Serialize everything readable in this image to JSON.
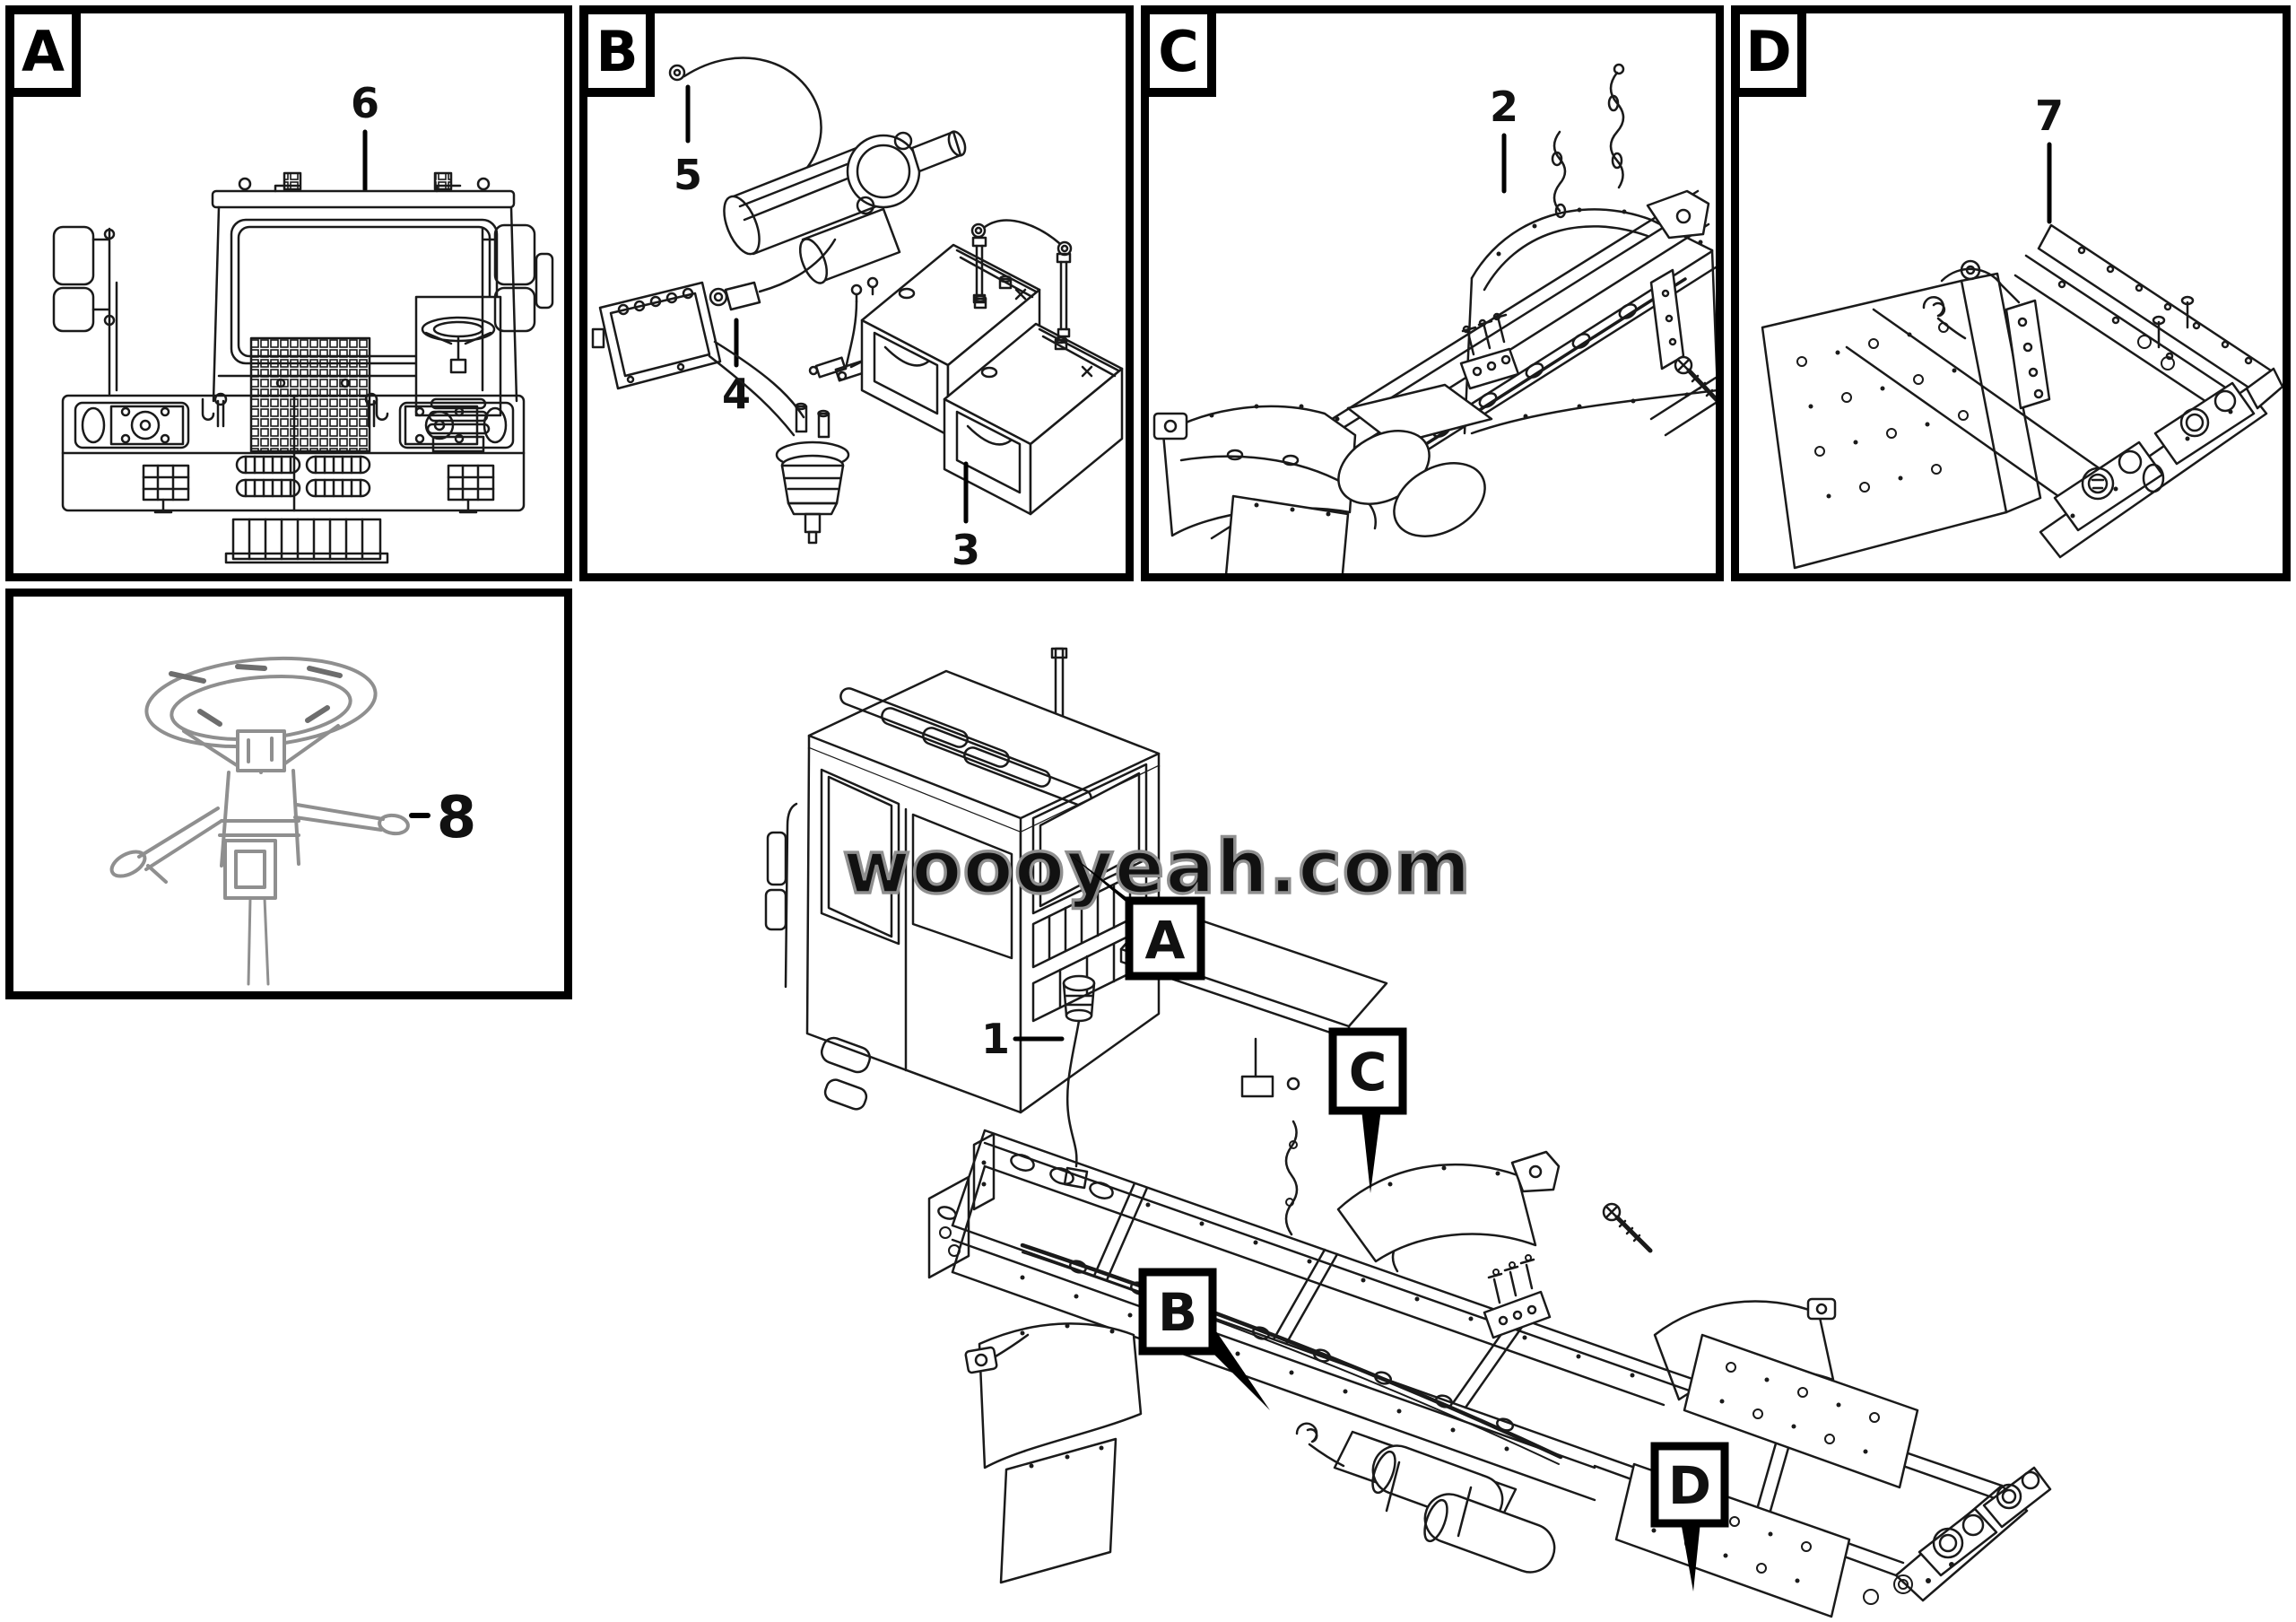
{
  "watermark": "woooyeah.com",
  "panel_a": {
    "label": "A",
    "callout_6": "6"
  },
  "panel_b": {
    "label": "B",
    "callout_5": "5",
    "callout_4": "4",
    "callout_3": "3"
  },
  "panel_c": {
    "label": "C",
    "callout_2": "2"
  },
  "panel_d": {
    "label": "D",
    "callout_7": "7"
  },
  "panel_steering": {
    "callout_8": "8"
  },
  "main": {
    "label_a": "A",
    "label_b": "B",
    "label_c": "C",
    "label_d": "D",
    "callout_1": "1"
  }
}
